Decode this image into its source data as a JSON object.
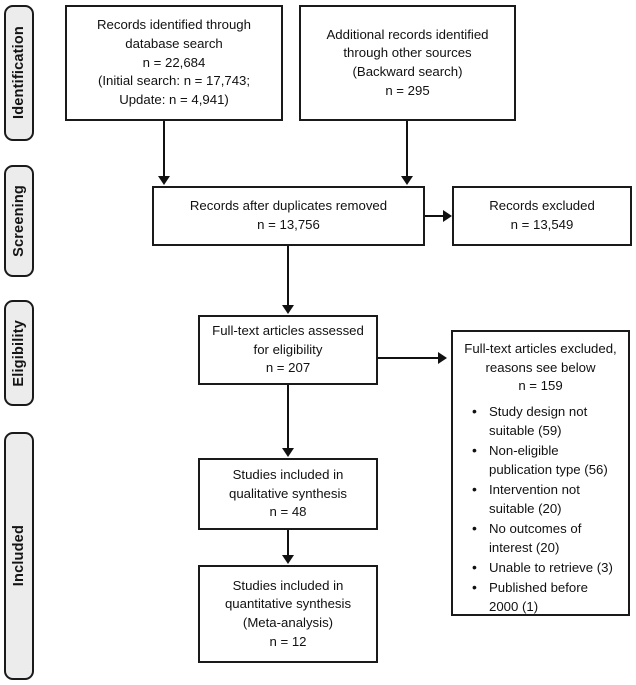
{
  "diagram": {
    "type": "PRISMA flow diagram",
    "stages": [
      {
        "id": "identification",
        "label": "Identification"
      },
      {
        "id": "screening",
        "label": "Screening"
      },
      {
        "id": "eligibility",
        "label": "Eligibility"
      },
      {
        "id": "included",
        "label": "Included"
      }
    ],
    "boxes": {
      "database_search": {
        "lines": [
          "Records identified through",
          "database search",
          "n = 22,684",
          "(Initial search: n = 17,743;",
          "Update: n = 4,941)"
        ]
      },
      "other_sources": {
        "lines": [
          "Additional records identified",
          "through other sources",
          "(Backward search)",
          "n = 295"
        ]
      },
      "duplicates_removed": {
        "lines": [
          "Records after duplicates removed",
          "n = 13,756"
        ]
      },
      "records_excluded": {
        "lines": [
          "Records excluded",
          "n = 13,549"
        ]
      },
      "fulltext_assessed": {
        "lines": [
          "Full-text articles assessed",
          "for eligibility",
          "n = 207"
        ]
      },
      "fulltext_excluded": {
        "header_lines": [
          "Full-text articles excluded,",
          "reasons see below",
          "n = 159"
        ],
        "reasons": [
          "Study design not suitable (59)",
          "Non-eligible publication type (56)",
          "Intervention not suitable (20)",
          "No outcomes of interest (20)",
          "Unable to retrieve (3)",
          "Published before 2000 (1)"
        ],
        "bullet_glyph": "•"
      },
      "qualitative_synthesis": {
        "lines": [
          "Studies included in",
          "qualitative synthesis",
          "n = 48"
        ]
      },
      "quantitative_synthesis": {
        "lines": [
          "Studies included in",
          "quantitative synthesis",
          "(Meta-analysis)",
          "n = 12"
        ]
      }
    },
    "colors": {
      "stroke": "#1a1a1a",
      "tab_fill": "#ececec",
      "box_fill": "#ffffff",
      "text": "#111111"
    }
  }
}
